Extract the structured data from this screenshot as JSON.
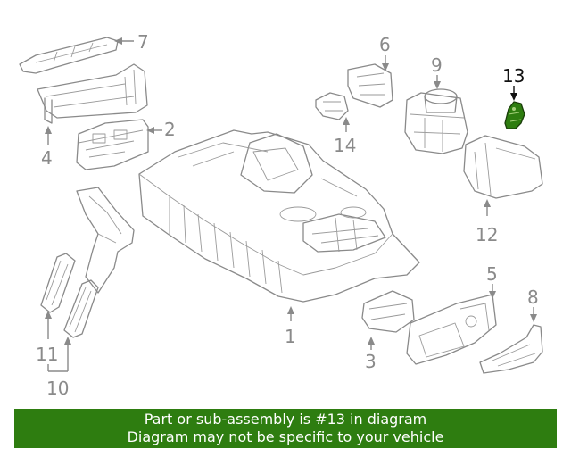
{
  "labels": {
    "p1": "1",
    "p2": "2",
    "p3": "3",
    "p4": "4",
    "p5": "5",
    "p6": "6",
    "p7": "7",
    "p8": "8",
    "p9": "9",
    "p10": "10",
    "p11": "11",
    "p12": "12",
    "p13": "13",
    "p14": "14"
  },
  "highlight": {
    "part": "13",
    "color": "#2e7d10"
  },
  "banner": {
    "line1": "Part or sub-assembly is #13 in diagram",
    "line2": "Diagram may not be specific to your vehicle"
  }
}
